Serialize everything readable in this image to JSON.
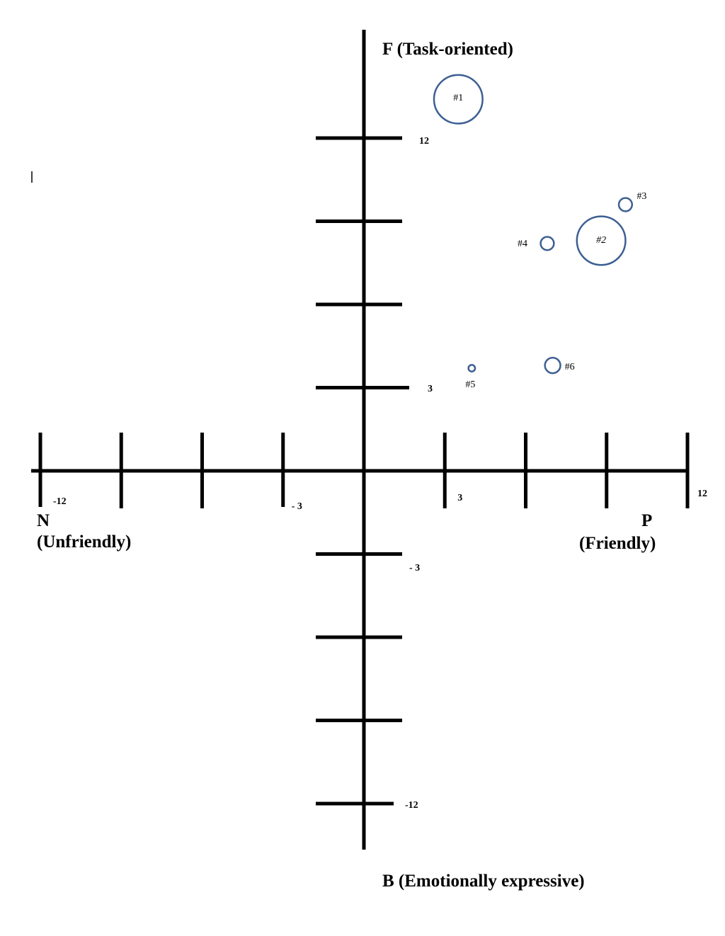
{
  "colors": {
    "axis": "#000000",
    "bubble_stroke": "#3d5f92",
    "background": "#ffffff"
  },
  "chart_data": {
    "type": "scatter",
    "title": "",
    "x_axis": {
      "range": [
        -12,
        12
      ],
      "ticks": [
        -12,
        -9,
        -6,
        -3,
        3,
        6,
        9,
        12
      ],
      "tick_labels": {
        "-12": "-12",
        "-3": "- 3",
        "3": "3",
        "12": "12"
      },
      "negative_label": "N",
      "negative_sublabel": "(Unfriendly)",
      "positive_label": "P",
      "positive_sublabel": "(Friendly)"
    },
    "y_axis": {
      "range": [
        -12,
        12
      ],
      "ticks": [
        12,
        9,
        6,
        3,
        -3,
        -6,
        -9,
        -12
      ],
      "tick_labels": {
        "12": "12",
        "3": "3",
        "-3": "- 3",
        "-12": "-12"
      },
      "positive_label": "F (Task-oriented)",
      "negative_label": "B (Emotionally expressive)"
    },
    "grid": false,
    "legend": "none",
    "points": [
      {
        "label": "#1",
        "x": 3.5,
        "y": 13.4,
        "size": 2.2
      },
      {
        "label": "#2",
        "x": 8.8,
        "y": 8.3,
        "size": 2.2
      },
      {
        "label": "#3",
        "x": 9.7,
        "y": 9.6,
        "size": 0.6
      },
      {
        "label": "#4",
        "x": 6.8,
        "y": 8.2,
        "size": 0.6
      },
      {
        "label": "#5",
        "x": 4.0,
        "y": 3.7,
        "size": 0.3
      },
      {
        "label": "#6",
        "x": 7.0,
        "y": 3.8,
        "size": 0.7
      }
    ]
  }
}
